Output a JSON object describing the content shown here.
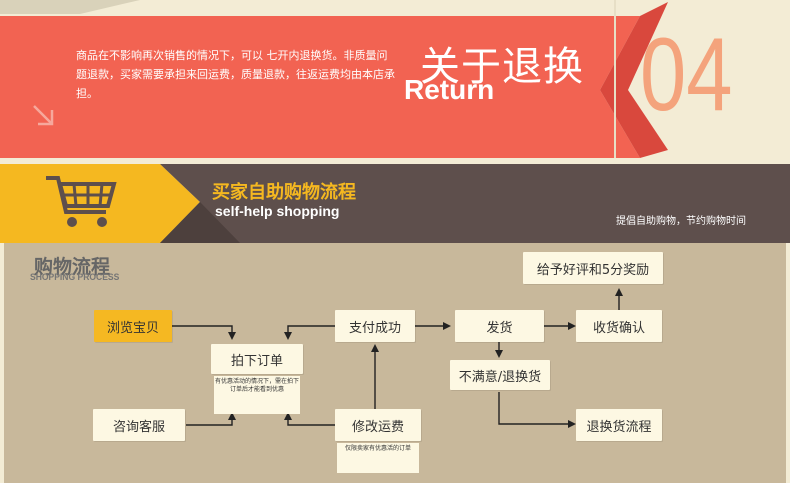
{
  "return_section": {
    "policy_text": "商品在不影响再次销售的情况下，可以 七开内退换货。非质量问题退款，买家需要承担来回运费，质量退款，往返运费均由本店承担。",
    "title": "关于退换",
    "subtitle": "Return",
    "number": "04",
    "icon": "arrow-down-left-icon",
    "colors": {
      "banner": "#f26352",
      "number": "#f4a37c",
      "background": "#f3ecd5"
    }
  },
  "self_help": {
    "title": "买家自助购物流程",
    "subtitle": "self-help shopping",
    "tagline": "提倡自助购物，节约购物时间",
    "icon": "shopping-cart-icon",
    "colors": {
      "badge": "#f5b820",
      "bar": "#5e4f4c"
    }
  },
  "process": {
    "title": "购物流程",
    "subtitle": "SHOPPING PROCESS",
    "nodes": {
      "browse": "浏览宝贝",
      "consult": "咨询客服",
      "order": "拍下订单",
      "order_note": "有优惠活动的情况下，需在拍下订单后才能看到优惠",
      "pay": "支付成功",
      "modify": "修改运费",
      "modify_note": "仅限卖家有优惠活的订单",
      "ship": "发货",
      "unsatisfied": "不满意/退换货",
      "confirm": "收货确认",
      "review": "给予好评和5分奖励",
      "return_flow": "退换货流程"
    },
    "colors": {
      "panel": "#c8b89b",
      "box": "#fdf8e3",
      "highlight": "#f5b822"
    }
  }
}
